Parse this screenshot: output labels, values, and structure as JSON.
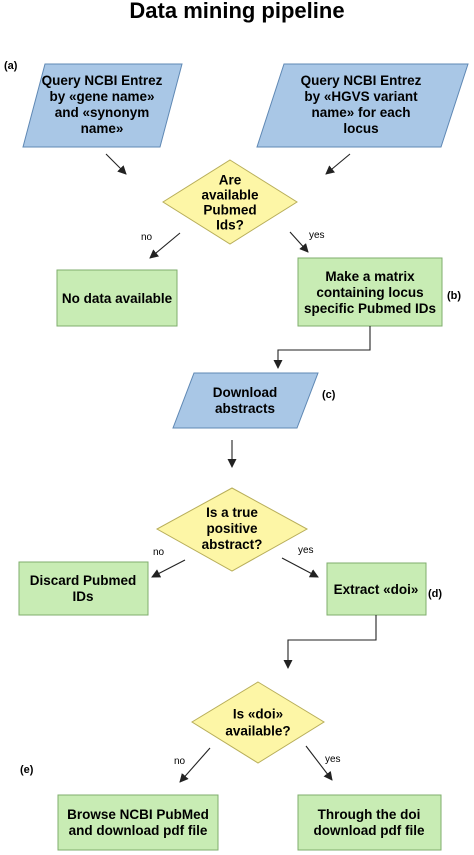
{
  "title": "Data mining pipeline",
  "colors": {
    "parallelogram_fill": "#a9c7e6",
    "parallelogram_stroke": "#5f88b4",
    "diamond_fill": "#fdf6a6",
    "diamond_stroke": "#b8ae5a",
    "box_fill": "#c8ecb4",
    "box_stroke": "#7fae6c",
    "arrow": "#222222"
  },
  "panel_labels": {
    "a": "(a)",
    "b": "(b)",
    "c": "(c)",
    "d": "(d)",
    "e": "(e)"
  },
  "nodes": {
    "query_gene": [
      "Query NCBI Entrez",
      "by «gene name»",
      "and «synonym",
      "name»"
    ],
    "query_hgvs": [
      "Query NCBI Entrez",
      "by «HGVS variant",
      "name» for each",
      "locus"
    ],
    "pubmed_available": [
      "Are",
      "available",
      "Pubmed",
      "Ids?"
    ],
    "no_data": [
      "No data available"
    ],
    "make_matrix": [
      "Make a matrix",
      "containing  locus",
      "specific Pubmed IDs"
    ],
    "download_abstracts": [
      "Download",
      "abstracts"
    ],
    "true_positive": [
      "Is a true",
      "positive",
      "abstract?"
    ],
    "discard": [
      "Discard Pubmed",
      "IDs"
    ],
    "extract_doi": [
      "Extract «doi»"
    ],
    "doi_available": [
      "Is «doi»",
      "available?"
    ],
    "browse_ncbi": [
      "Browse NCBI PubMed",
      "and download pdf file"
    ],
    "through_doi": [
      "Through the doi",
      "download pdf file"
    ]
  },
  "edge_labels": {
    "no1": "no",
    "yes1": "yes",
    "no2": "no",
    "yes2": "yes",
    "no3": "no",
    "yes3": "yes"
  }
}
